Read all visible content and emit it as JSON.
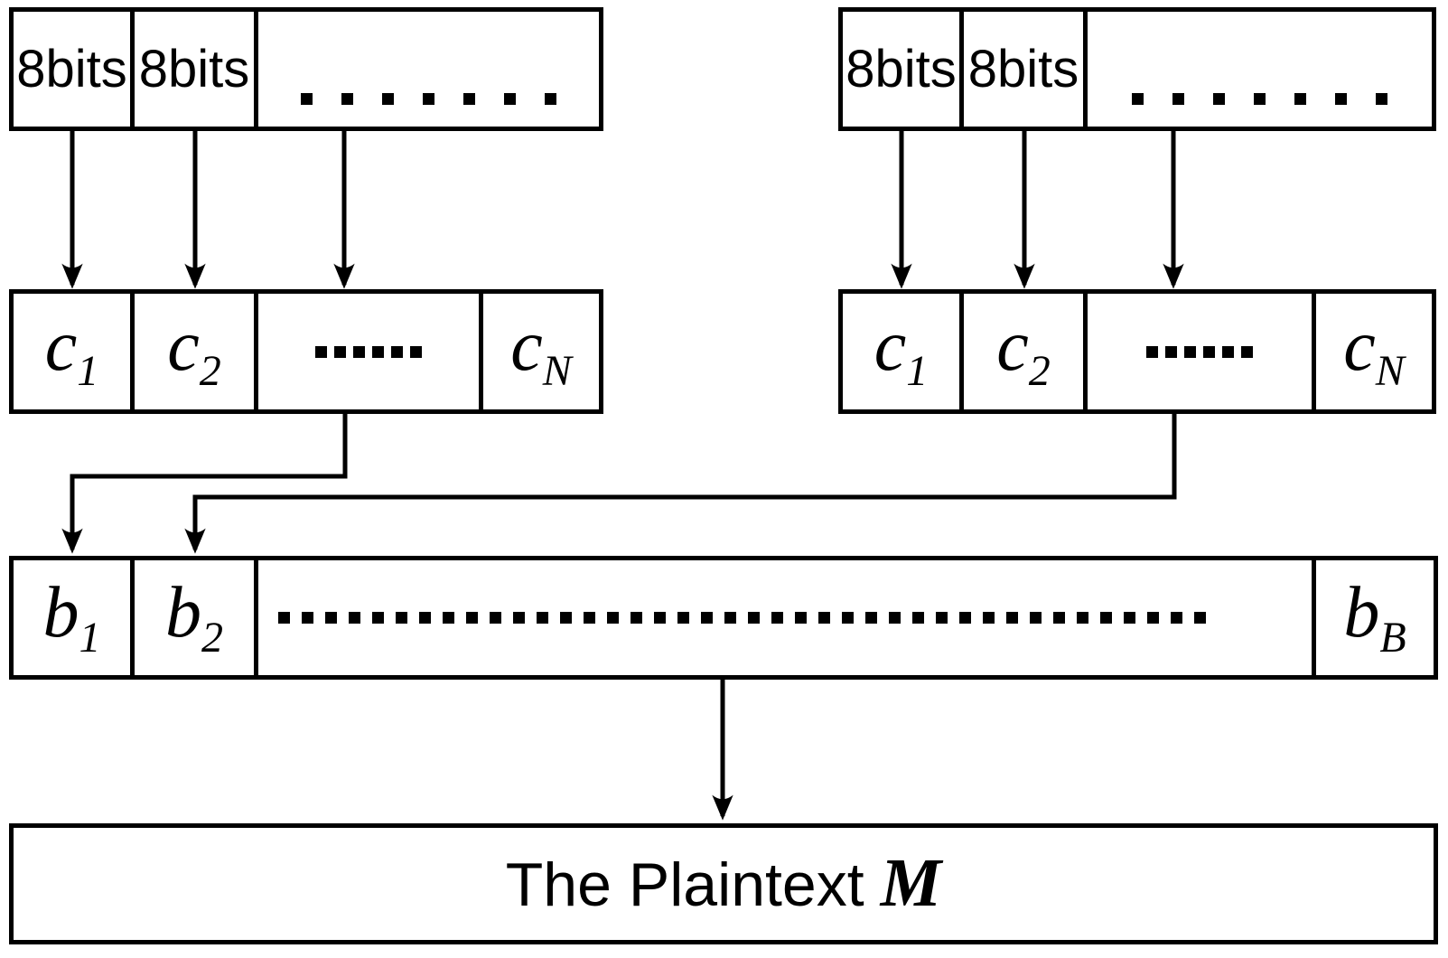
{
  "diagram": {
    "title": "Ciphertext bytes to codewords to plaintext blocks diagram",
    "colors": {
      "background": "#ffffff",
      "line": "#000000"
    },
    "top_left_byte_row": {
      "cell1": "8bits",
      "cell2": "8bits",
      "ellipsis_dots": 7
    },
    "top_right_byte_row": {
      "cell1": "8bits",
      "cell2": "8bits",
      "ellipsis_dots": 7
    },
    "left_codeword_row": {
      "c1": {
        "base": "c",
        "sub": "1"
      },
      "c2": {
        "base": "c",
        "sub": "2"
      },
      "ellipsis_dots": 6,
      "cN": {
        "base": "c",
        "sub": "N"
      }
    },
    "right_codeword_row": {
      "c1": {
        "base": "c",
        "sub": "1"
      },
      "c2": {
        "base": "c",
        "sub": "2"
      },
      "ellipsis_dots": 6,
      "cN": {
        "base": "c",
        "sub": "N"
      }
    },
    "block_row": {
      "b1": {
        "base": "b",
        "sub": "1"
      },
      "b2": {
        "base": "b",
        "sub": "2"
      },
      "ellipsis_dots": 40,
      "bB": {
        "base": "b",
        "sub": "B"
      }
    },
    "plaintext_box": {
      "text": "The Plaintext",
      "math_var": "M"
    }
  }
}
